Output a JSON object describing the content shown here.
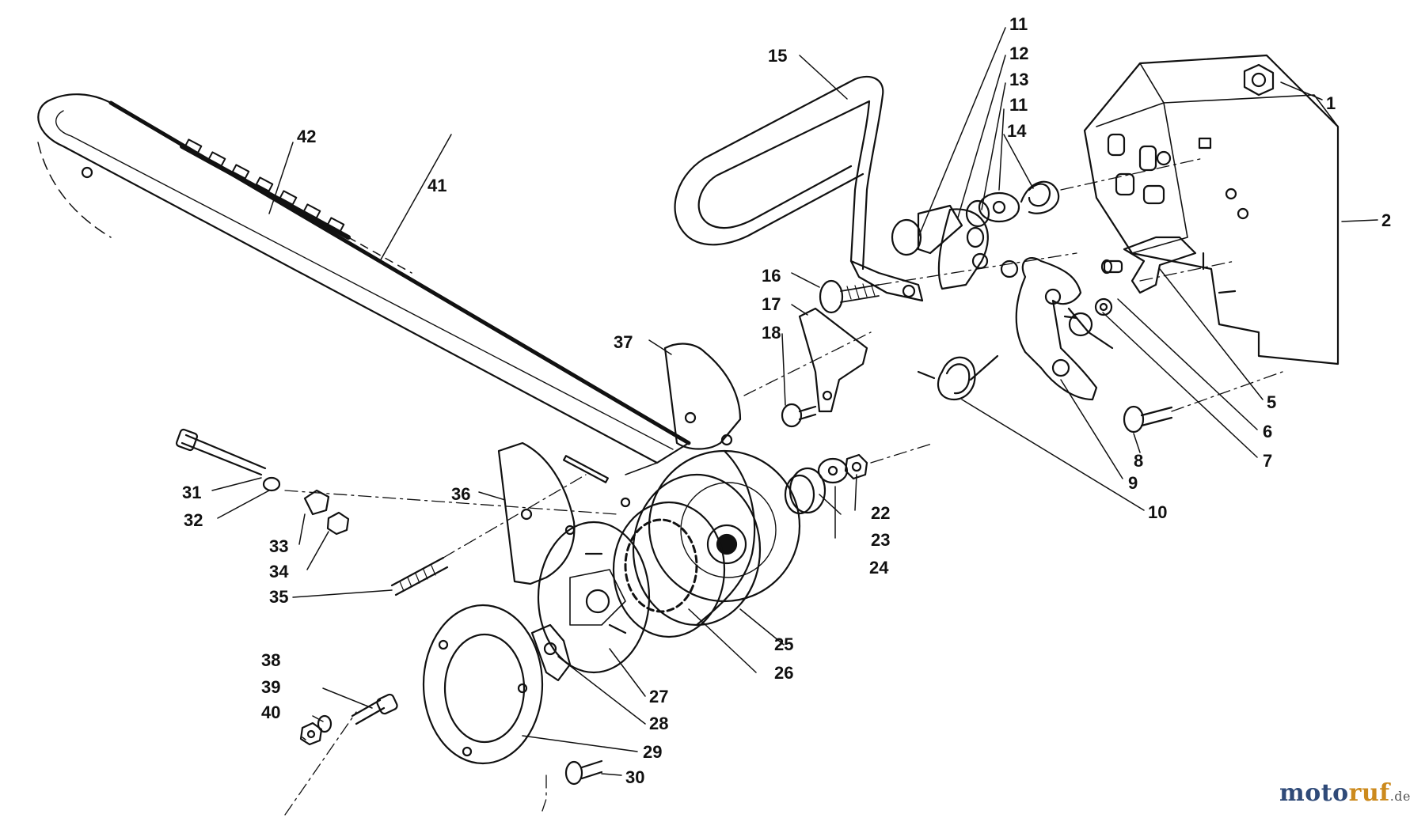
{
  "callouts": [
    "1",
    "2",
    "5",
    "6",
    "7",
    "8",
    "9",
    "10",
    "11",
    "12",
    "13",
    "11",
    "14",
    "15",
    "16",
    "17",
    "18",
    "22",
    "23",
    "24",
    "25",
    "26",
    "27",
    "28",
    "29",
    "30",
    "31",
    "32",
    "33",
    "34",
    "35",
    "36",
    "37",
    "38",
    "39",
    "40",
    "41",
    "42"
  ],
  "watermark": {
    "brand_a": "moto",
    "brand_b": "ruf",
    "tld": ".de"
  },
  "colors": {
    "ink": "#111111",
    "brand_blue": "#2f4a78",
    "brand_orange": "#cc8a1d"
  }
}
